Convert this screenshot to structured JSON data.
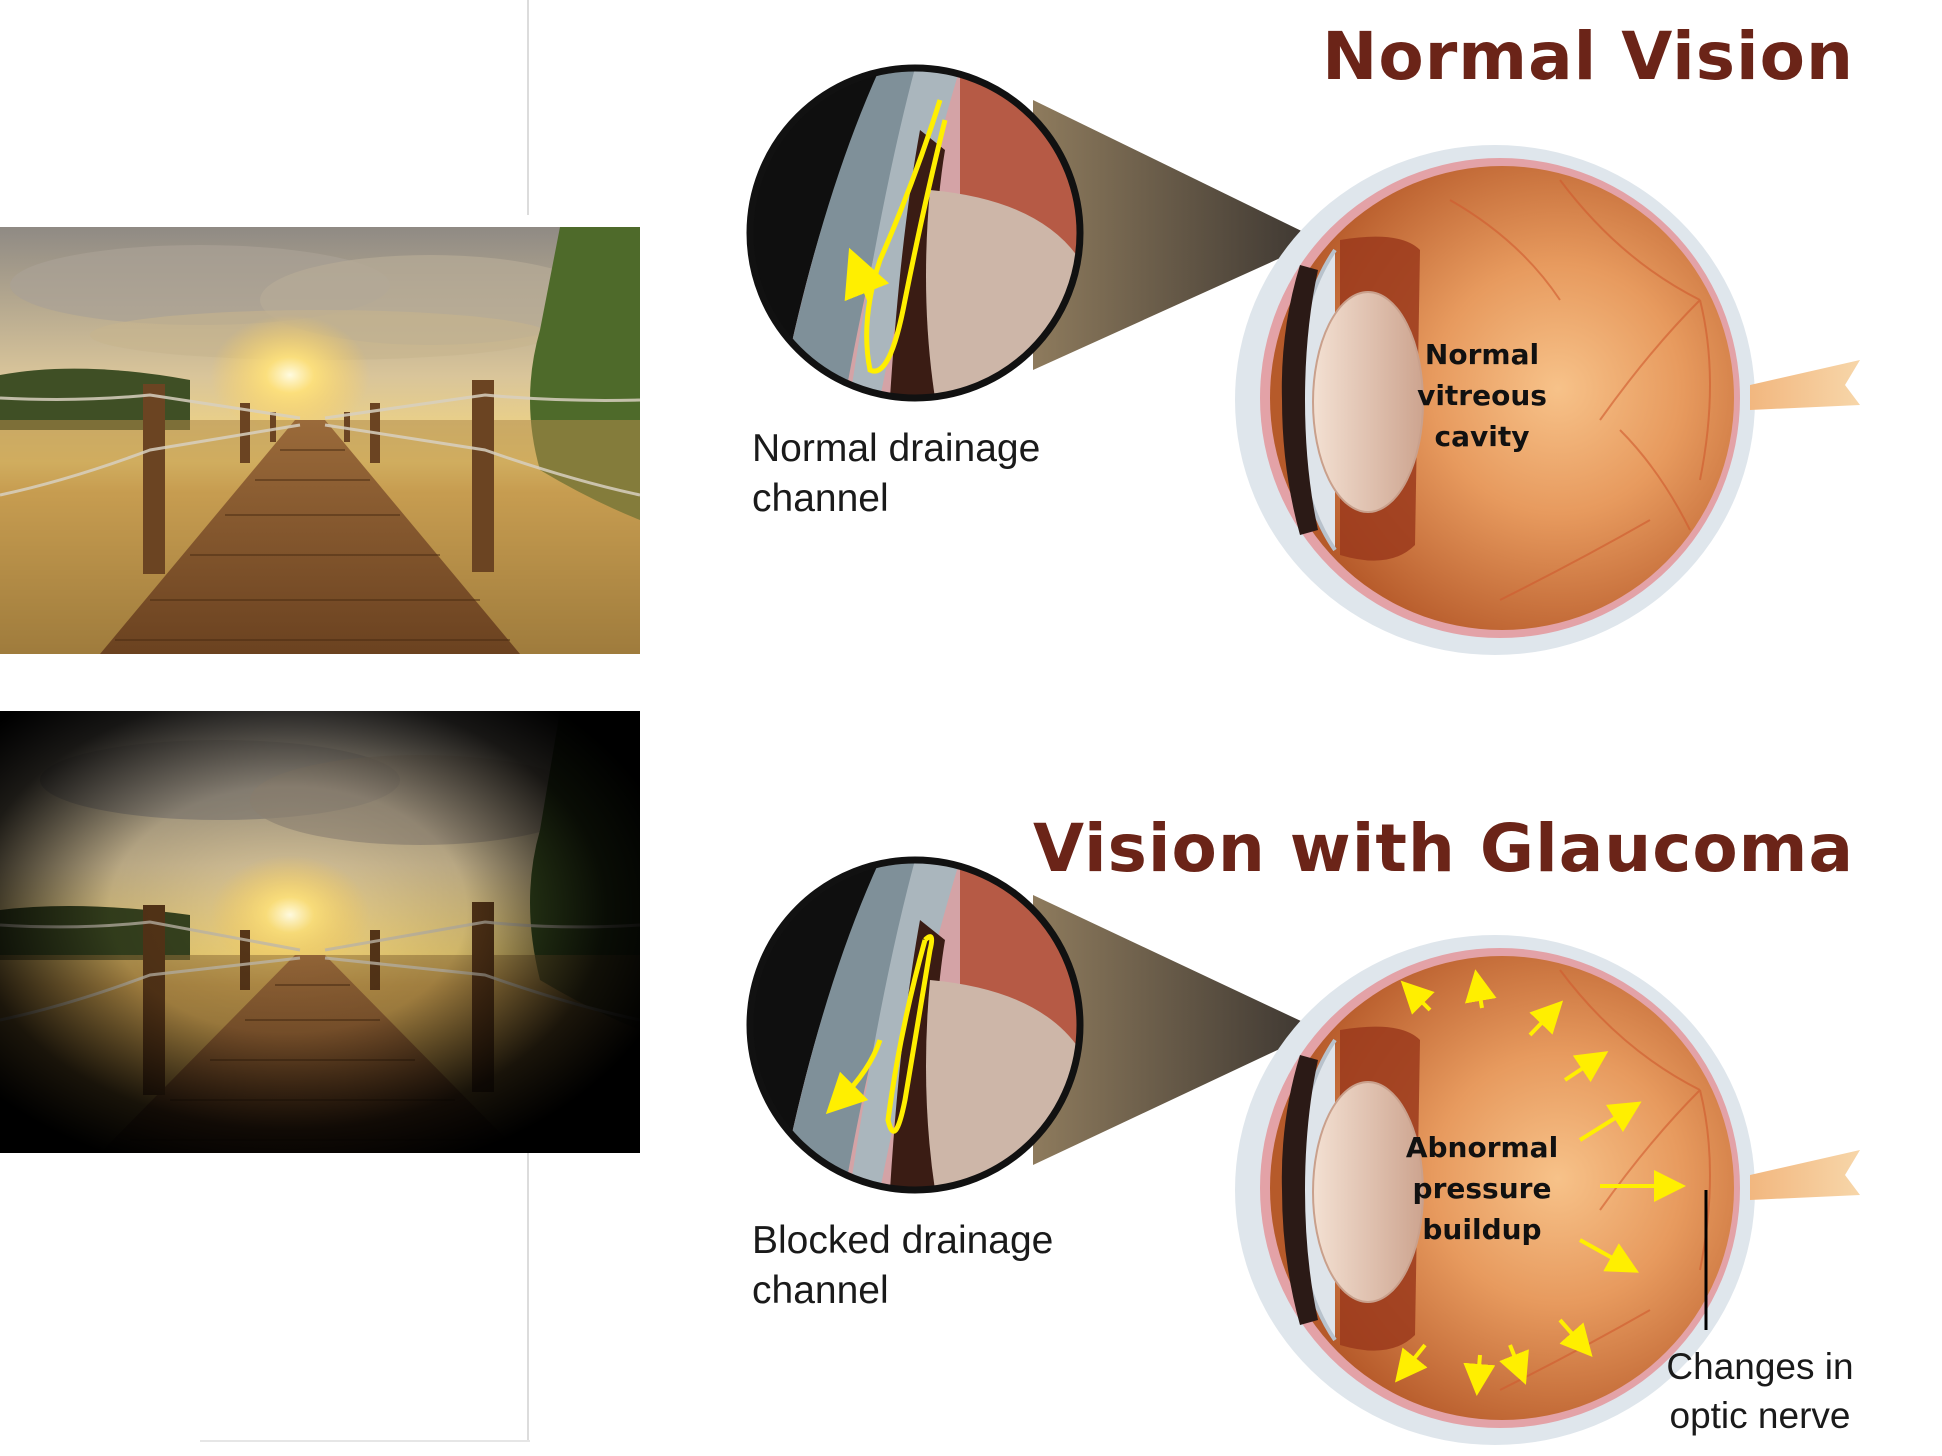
{
  "normal": {
    "title": "Normal Vision",
    "drainage_label_line1": "Normal drainage",
    "drainage_label_line2": "channel",
    "cavity_line1": "Normal",
    "cavity_line2": "vitreous",
    "cavity_line3": "cavity"
  },
  "glaucoma": {
    "title": "Vision with Glaucoma",
    "drainage_label_line1": "Blocked drainage",
    "drainage_label_line2": "channel",
    "pressure_line1": "Abnormal",
    "pressure_line2": "pressure",
    "pressure_line3": "buildup",
    "nerve_line1": "Changes in",
    "nerve_line2": "optic nerve"
  },
  "colors": {
    "title": "#6b2418",
    "arrow": "#ffef00",
    "eyeball": "#c8662f",
    "sclera": "#dfe6ec"
  }
}
